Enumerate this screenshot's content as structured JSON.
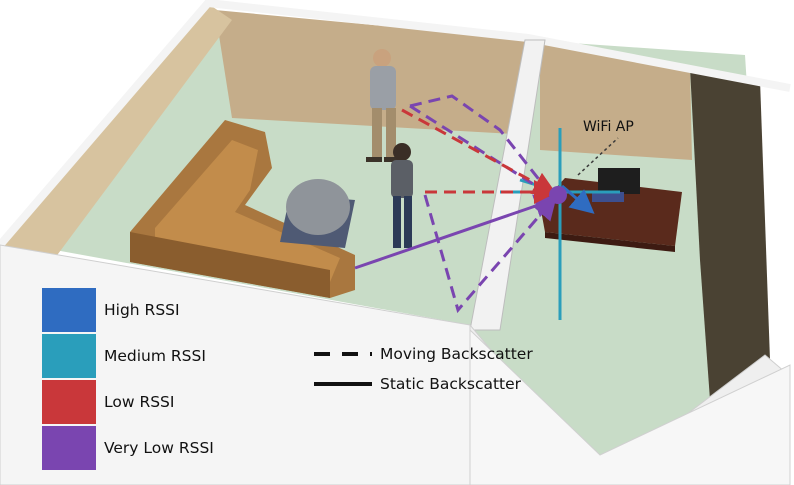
{
  "ap_label": "WiFi AP",
  "rssi_legend": [
    {
      "label": "High RSSI",
      "color": "#2f6cc1"
    },
    {
      "label": "Medium RSSI",
      "color": "#2a9ebb"
    },
    {
      "label": "Low RSSI",
      "color": "#c9373a"
    },
    {
      "label": "Very Low RSSI",
      "color": "#7a45b0"
    }
  ],
  "line_legend": [
    {
      "label": "Moving Backscatter",
      "style": "dashed"
    },
    {
      "label": "Static Backscatter",
      "style": "solid"
    }
  ]
}
